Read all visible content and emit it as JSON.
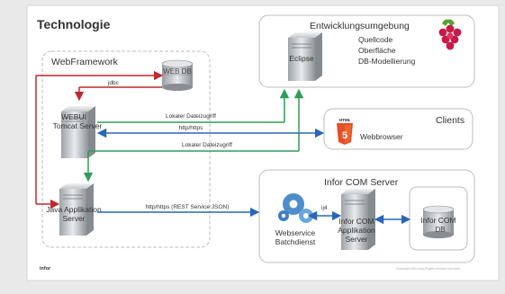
{
  "colors": {
    "background": "#e9e9e9",
    "slide": "#ffffff",
    "box_border": "#bdbdbd",
    "red": "#c0282d",
    "green": "#2e9e57",
    "blue": "#2a66b8",
    "text": "#333333",
    "html5_orange": "#e34f26",
    "raspberry": "#c51a4a"
  },
  "slide": {
    "title": "Technologie",
    "footer_logo": "infor",
    "copyright": "Copyright Infor Infor-Projekt Medium Services"
  },
  "groups": {
    "webframework": "WebFramework",
    "entwicklung": "Entwicklungsumgebung",
    "clients": "Clients",
    "inforcom": "Infor COM Server"
  },
  "nodes": {
    "webdb": "WEB DB",
    "webui_line1": "WEBUI",
    "webui_line2": "Tomcat Server",
    "javaapp_line1": "Java Applikation",
    "javaapp_line2": "Server",
    "eclipse": "Eclipse",
    "webbrowser": "Webbrowser",
    "html5_badge": "HTML",
    "html5_number": "5",
    "webservice_line1": "Webservice",
    "webservice_line2": "Batchdienst",
    "inforcom_app_line1": "Infor COM",
    "inforcom_app_line2": "Applikation",
    "inforcom_app_line3": "Server",
    "inforcom_db_line1": "Infor COM",
    "inforcom_db_line2": "DB"
  },
  "entwicklung_items": [
    "Quellcode",
    "Oberfläche",
    "DB-Modellierung"
  ],
  "connections": {
    "jdbc": "jdbc",
    "file_access_top": "Lokaler Dateizugriff",
    "http": "http/https",
    "file_access_bottom": "Lokaler Dateizugriff",
    "rest": "http/https (REST Service JSON)",
    "ij4": "ij4"
  }
}
